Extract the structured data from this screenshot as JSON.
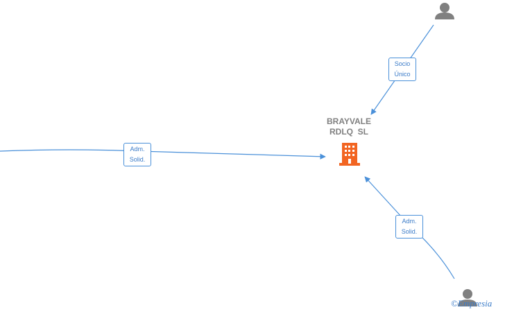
{
  "company": {
    "name_line1": "BRAYVALE",
    "name_line2": "RDLQ  SL",
    "icon": "building-icon",
    "icon_color": "#f26522"
  },
  "relations": [
    {
      "label_line1": "Socio",
      "label_line2": "Único"
    },
    {
      "label_line1": "Adm.",
      "label_line2": "Solid."
    },
    {
      "label_line1": "Adm.",
      "label_line2": "Solid."
    }
  ],
  "persons": [
    {
      "icon": "person-icon"
    },
    {
      "icon": "person-icon"
    }
  ],
  "colors": {
    "edge": "#4a90d9",
    "label_text": "#3a7bc8",
    "person": "#808080",
    "company_text": "#808080"
  },
  "watermark": {
    "copyright": "©",
    "brand": "Empresia"
  }
}
